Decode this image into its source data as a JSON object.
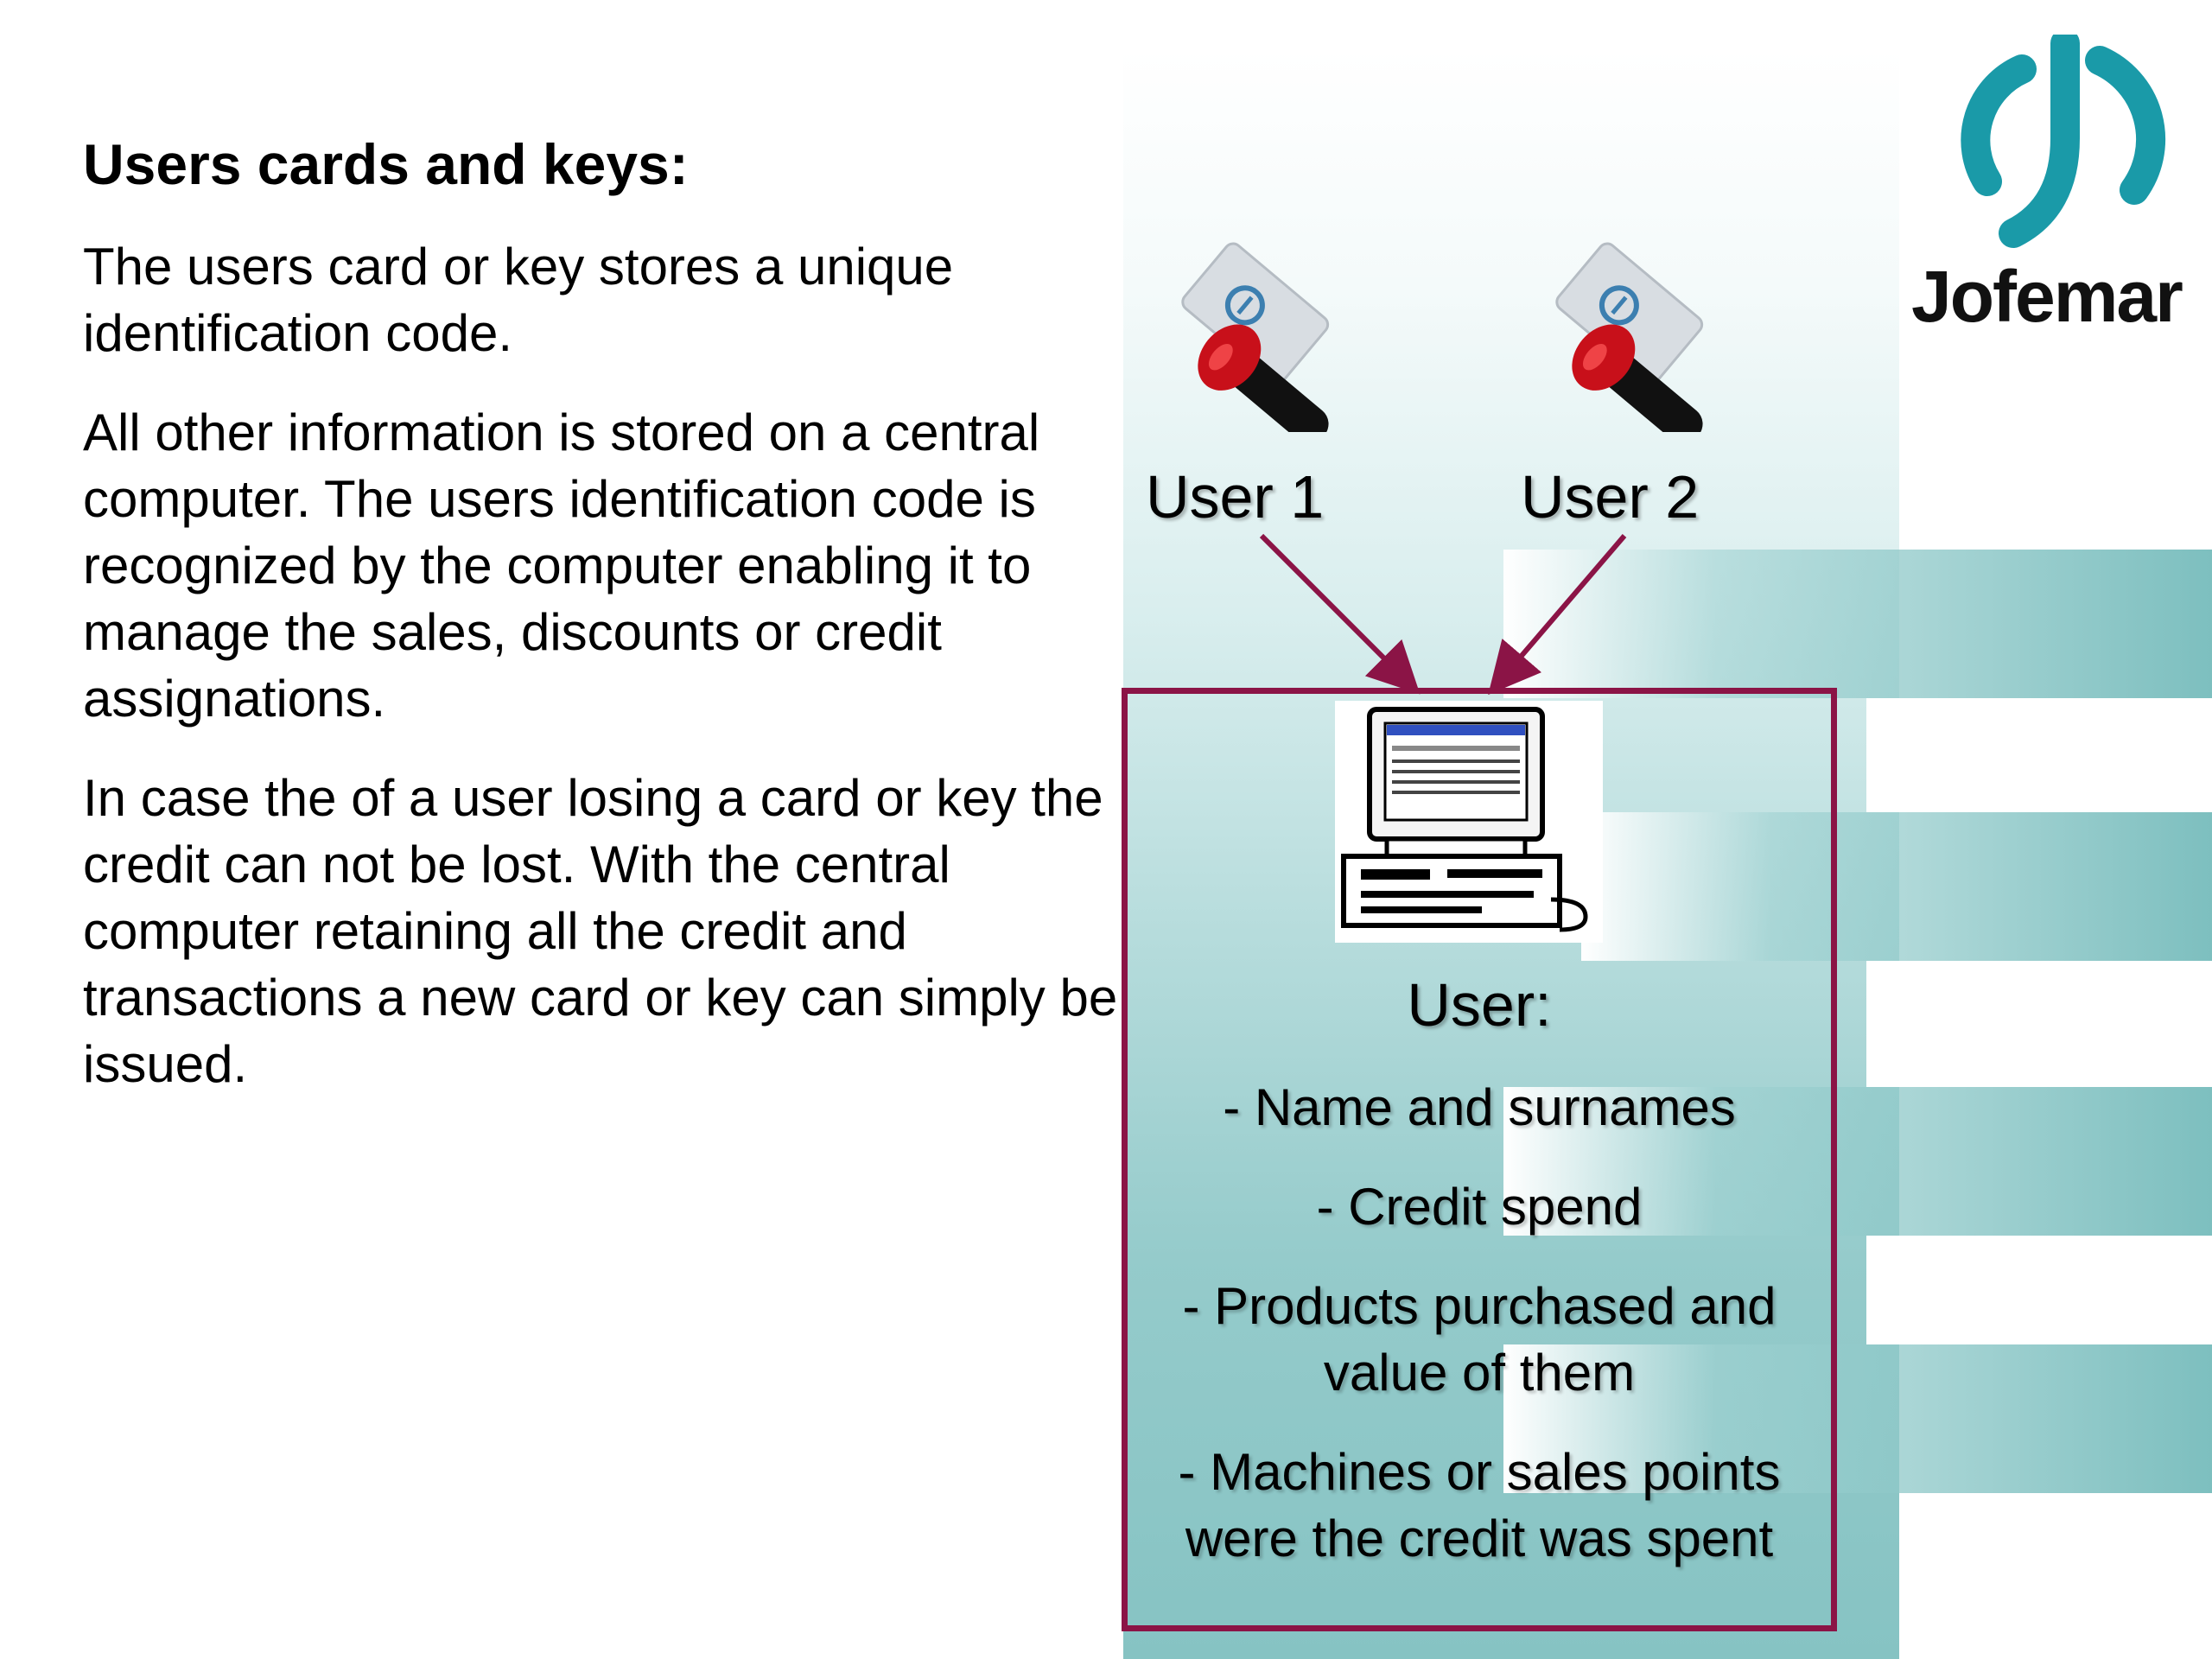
{
  "heading": "Users cards and keys:",
  "paragraphs": [
    "The users card or key stores a unique identification code.",
    "All other information is stored on a central computer. The users identification code is recognized by the computer enabling it to manage the sales, discounts or credit assignations.",
    "In case the of a user losing a card or key the credit can not be lost. With the central computer retaining all the credit and transactions a new card or key can simply be issued."
  ],
  "users": [
    "User 1",
    "User 2"
  ],
  "box": {
    "title": "User:",
    "items": [
      "- Name and surnames",
      "- Credit spend",
      "- Products purchased and value of them",
      "- Machines or sales points were the credit was spent"
    ]
  },
  "logo": {
    "text": "Jofemar"
  },
  "colors": {
    "accent_border": "#8b1446",
    "teal": "#7dbfbf",
    "logo_teal": "#1a9aa8",
    "key_red": "#c8101a"
  },
  "icons": [
    "key-fob-icon",
    "computer-icon",
    "arrow-icon",
    "jofemar-logo-icon"
  ]
}
